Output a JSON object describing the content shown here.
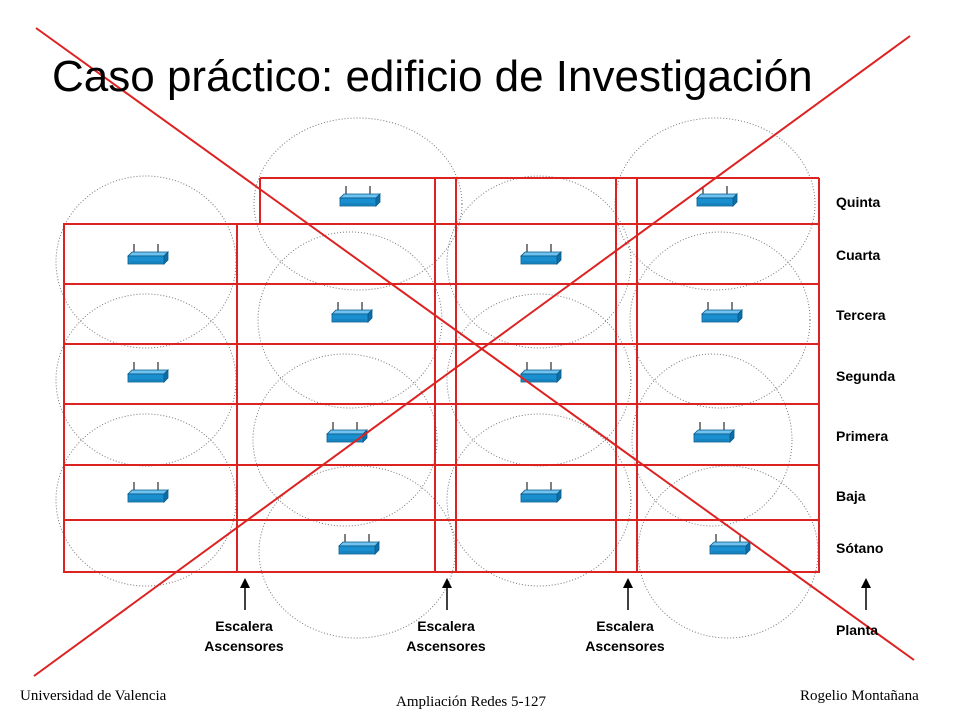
{
  "title": "Caso práctico: edificio de Investigación",
  "floors": [
    {
      "label": "Quinta"
    },
    {
      "label": "Cuarta"
    },
    {
      "label": "Tercera"
    },
    {
      "label": "Segunda"
    },
    {
      "label": "Primera"
    },
    {
      "label": "Baja"
    },
    {
      "label": "Sótano"
    }
  ],
  "floor_axis_label": "Planta",
  "stairs": [
    {
      "line1": "Escalera",
      "line2": "Ascensores"
    },
    {
      "line1": "Escalera",
      "line2": "Ascensores"
    },
    {
      "line1": "Escalera",
      "line2": "Ascensores"
    }
  ],
  "footer": {
    "left": "Universidad de Valencia",
    "center": "Ampliación Redes 5-127",
    "right": "Rogelio Montañana"
  },
  "colors": {
    "structure": "#dd2222",
    "access_point": "#1a8fd0",
    "coverage": "#777777"
  },
  "icons": {
    "access_point": "wireless-access-point-icon",
    "arrow": "arrow-up-icon"
  }
}
